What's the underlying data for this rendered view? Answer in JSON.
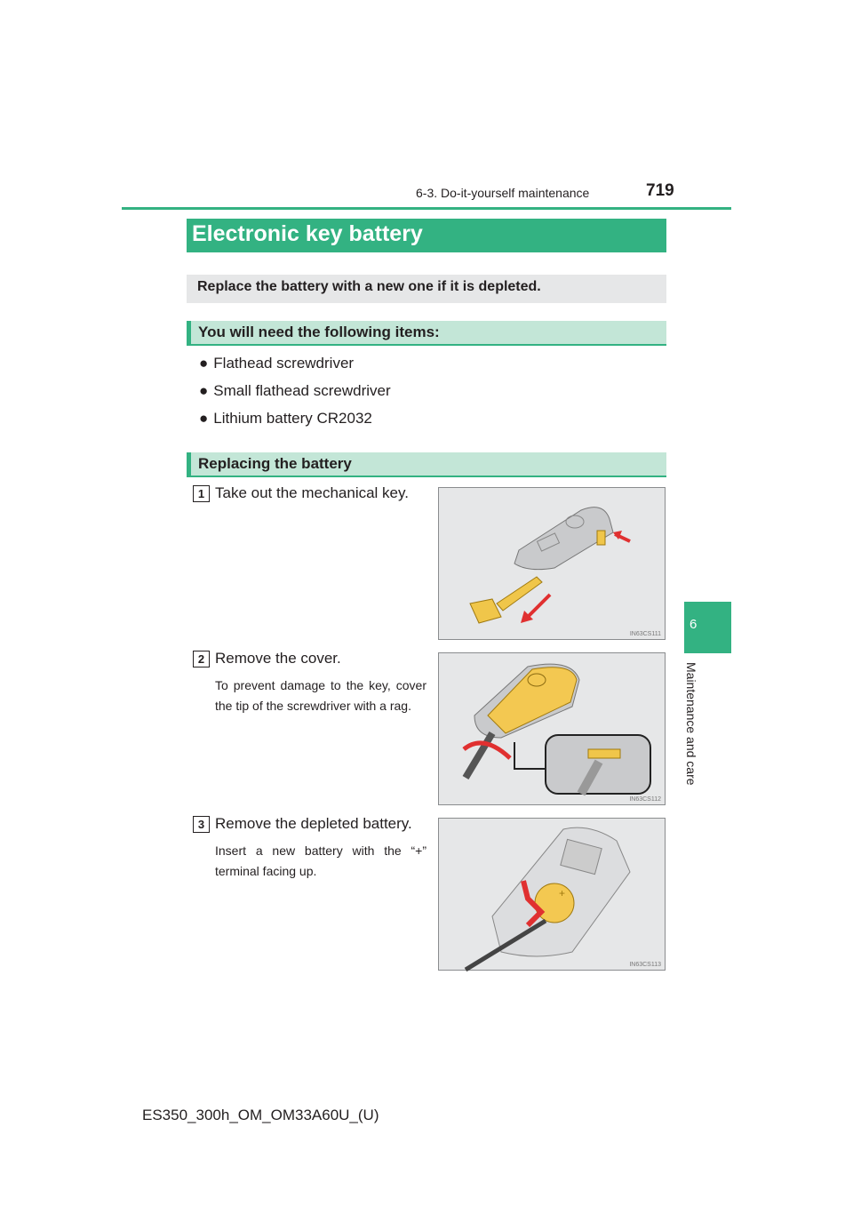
{
  "header": {
    "section": "6-3. Do-it-yourself maintenance",
    "page_number": "719"
  },
  "title": "Electronic key battery",
  "intro": "Replace the battery with a new one if it is depleted.",
  "items_heading": "You will need the following items:",
  "items": [
    {
      "bullet": "●",
      "label": "Flathead screwdriver"
    },
    {
      "bullet": "●",
      "label": "Small flathead screwdriver"
    },
    {
      "bullet": "●",
      "label": "Lithium battery CR2032"
    }
  ],
  "replacing_heading": "Replacing the battery",
  "steps": [
    {
      "num": "1",
      "text": "Take out the mechanical key.",
      "figure_code": "IN63CS111"
    },
    {
      "num": "2",
      "text": "Remove the cover.",
      "note": "To prevent damage to the key, cover the tip of the screwdriver with a rag.",
      "figure_code": "IN63CS112"
    },
    {
      "num": "3",
      "text": "Remove the depleted battery.",
      "note": "Insert a new battery with the “+” terminal facing up.",
      "figure_code": "IN63CS113"
    }
  ],
  "side_tab": {
    "number": "6",
    "label": "Maintenance and care"
  },
  "footer": "ES350_300h_OM_OM33A60U_(U)",
  "colors": {
    "accent": "#33b282",
    "subhead_bg": "#c3e6d7",
    "intro_bg": "#e6e7e8"
  }
}
